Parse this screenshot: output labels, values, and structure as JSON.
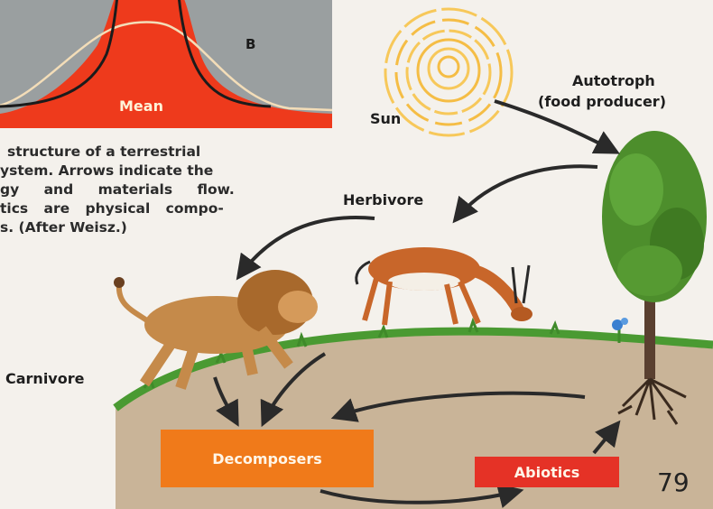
{
  "chart": {
    "label_b": "B",
    "label_mean": "Mean"
  },
  "caption": {
    "lines": [
      "structure of a terrestrial",
      "ystem. Arrows indicate the",
      "gy and materials flow.",
      "tics are physical compo-",
      "s. (After Weisz.)"
    ]
  },
  "labels": {
    "sun": "Sun",
    "autotroph_line1": "Autotroph",
    "autotroph_line2": "(food producer)",
    "herbivore": "Herbivore",
    "carnivore": "Carnivore",
    "decomposers": "Decomposers",
    "abiotics": "Abiotics"
  },
  "page_number": "79",
  "colors": {
    "red": "#ee3a1c",
    "orange_box": "#f07a1a",
    "red_box": "#e53226",
    "sun": "#f7c85a",
    "tree": "#4d8e2c",
    "soil": "#c9b498"
  }
}
